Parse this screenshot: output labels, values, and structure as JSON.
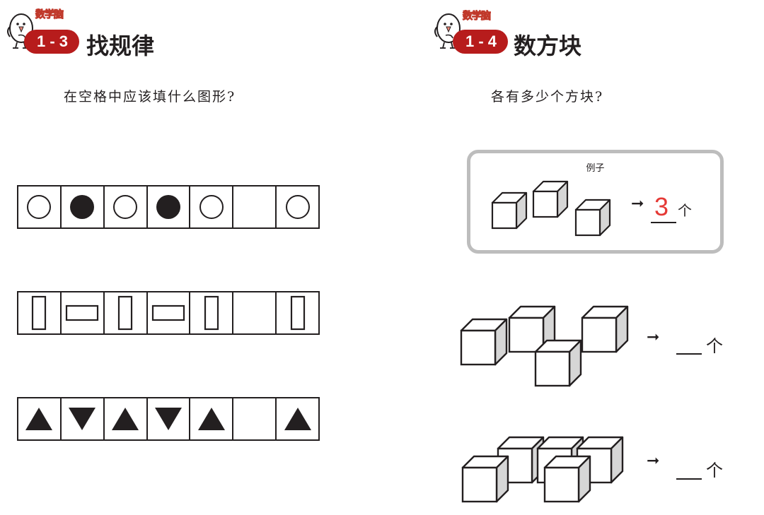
{
  "left": {
    "brand": "数学脑",
    "badge": "1 - 3",
    "title": "找规律",
    "question": "在空格中应该填什么图形?",
    "rows": [
      {
        "pattern": "circles",
        "cells": [
          "circle-outline",
          "circle-filled",
          "circle-outline",
          "circle-filled",
          "circle-outline",
          "blank",
          "circle-outline"
        ]
      },
      {
        "pattern": "rectangles",
        "cells": [
          "rect-vertical",
          "rect-horizontal",
          "rect-vertical",
          "rect-horizontal",
          "rect-vertical",
          "blank",
          "rect-vertical"
        ]
      },
      {
        "pattern": "triangles",
        "cells": [
          "triangle-up",
          "triangle-down",
          "triangle-up",
          "triangle-down",
          "triangle-up",
          "blank",
          "triangle-up"
        ]
      }
    ]
  },
  "right": {
    "brand": "数学脑",
    "badge": "1 - 4",
    "title": "数方块",
    "question": "各有多少个方块?",
    "example": {
      "label": "例子",
      "answer": "3",
      "unit": "个",
      "arrow": "➞"
    },
    "problems": [
      {
        "cube_count_shown": 4,
        "answer": "",
        "unit": "个",
        "arrow": "➞"
      },
      {
        "cube_count_shown": 5,
        "answer": "",
        "unit": "个",
        "arrow": "➞"
      }
    ]
  },
  "colors": {
    "accent_red": "#b71c1c",
    "answer_red": "#e53935",
    "ink": "#231f20",
    "cube_side": "#d6d6d6",
    "box_border": "#bdbdbd"
  }
}
